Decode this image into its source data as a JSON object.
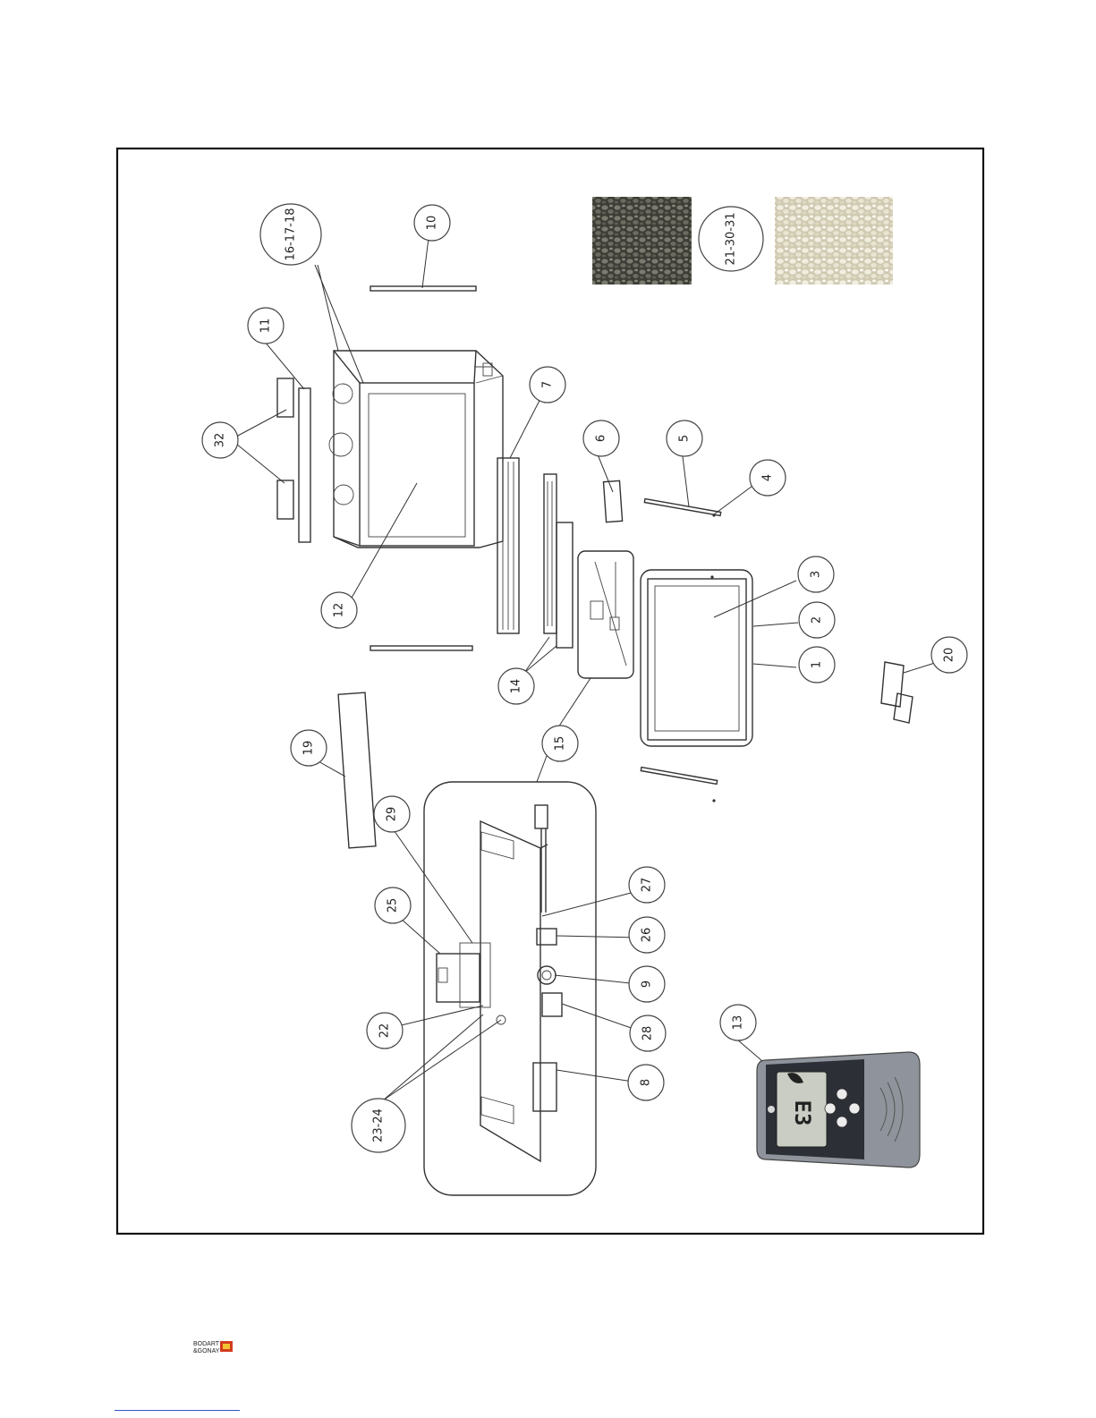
{
  "callouts": [
    {
      "id": "c1",
      "label": "1"
    },
    {
      "id": "c2",
      "label": "2"
    },
    {
      "id": "c3",
      "label": "3"
    },
    {
      "id": "c4",
      "label": "4"
    },
    {
      "id": "c5",
      "label": "5"
    },
    {
      "id": "c6",
      "label": "6"
    },
    {
      "id": "c7",
      "label": "7"
    },
    {
      "id": "c8",
      "label": "8"
    },
    {
      "id": "c9",
      "label": "9"
    },
    {
      "id": "c10",
      "label": "10"
    },
    {
      "id": "c11",
      "label": "11"
    },
    {
      "id": "c12",
      "label": "12"
    },
    {
      "id": "c13",
      "label": "13"
    },
    {
      "id": "c14",
      "label": "14"
    },
    {
      "id": "c15",
      "label": "15"
    },
    {
      "id": "c16",
      "label": "16-17-18"
    },
    {
      "id": "c19",
      "label": "19"
    },
    {
      "id": "c20",
      "label": "20"
    },
    {
      "id": "c21",
      "label": "21-30-31"
    },
    {
      "id": "c22",
      "label": "22"
    },
    {
      "id": "c23",
      "label": "23-24"
    },
    {
      "id": "c25",
      "label": "25"
    },
    {
      "id": "c26",
      "label": "26"
    },
    {
      "id": "c27",
      "label": "27"
    },
    {
      "id": "c28",
      "label": "28"
    },
    {
      "id": "c29",
      "label": "29"
    },
    {
      "id": "c32",
      "label": "32"
    }
  ],
  "remote": {
    "display": "E3"
  },
  "brand": {
    "line1": "BODART",
    "line2": "&GONAY"
  },
  "colors": {
    "frame": "#111111",
    "stroke": "#333333",
    "pebble_dark": "#4a4a42",
    "pebble_light": "#e6e2cf",
    "remote_body": "#8f949c"
  }
}
